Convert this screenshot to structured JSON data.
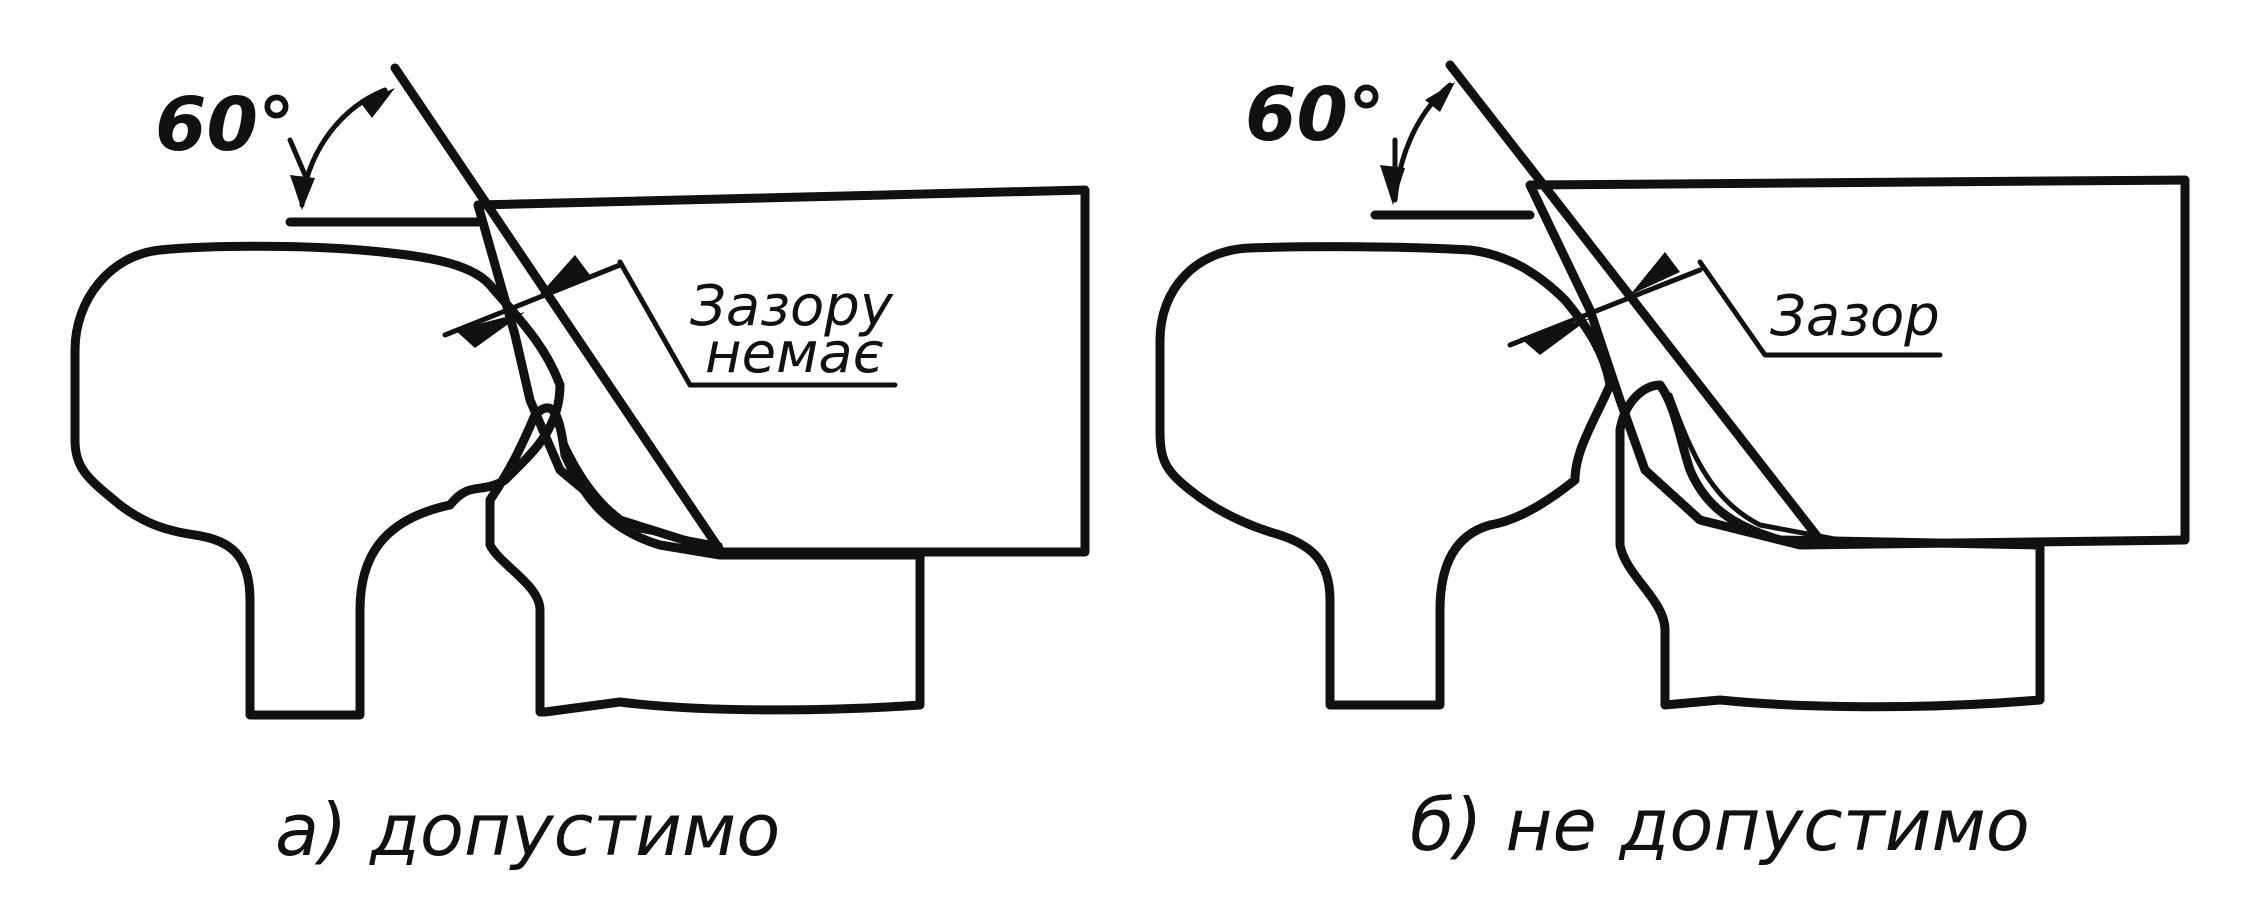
{
  "panels": [
    {
      "angle_label": "60°",
      "gap_note_line1": "Зазору",
      "gap_note_line2": "немає",
      "caption": "а) допустимо"
    },
    {
      "angle_label": "60°",
      "gap_note_line1": "Зазор",
      "gap_note_line2": "",
      "caption": "б) не допустимо"
    }
  ]
}
